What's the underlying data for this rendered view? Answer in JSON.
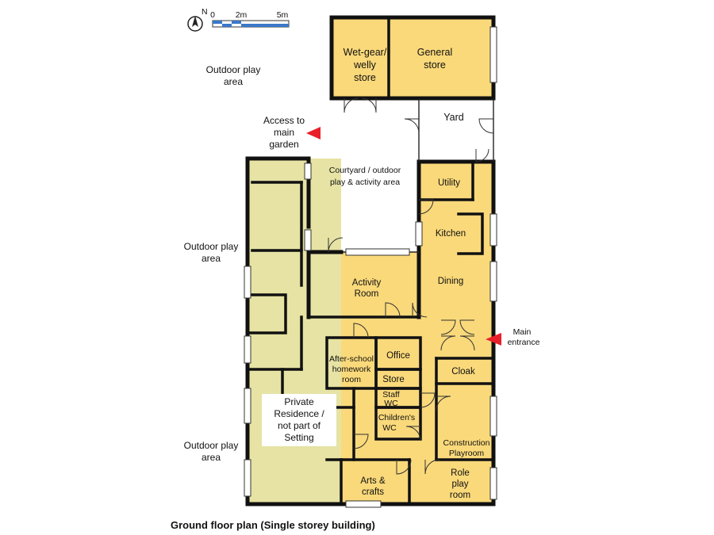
{
  "title": "Ground floor plan (Single storey building)",
  "scale": {
    "north": "N",
    "ticks": [
      "0",
      "2m",
      "5m"
    ]
  },
  "rooms": {
    "wet_gear": [
      "Wet-gear/",
      "welly",
      "store"
    ],
    "general_store": [
      "General",
      "store"
    ],
    "yard": "Yard",
    "courtyard": [
      "Courtyard / outdoor",
      "play & activity area"
    ],
    "utility": "Utility",
    "kitchen": "Kitchen",
    "dining": "Dining",
    "activity": [
      "Activity",
      "Room"
    ],
    "office": "Office",
    "homework": [
      "After-school",
      "homework",
      "room"
    ],
    "store": "Store",
    "staff_wc": [
      "Staff",
      "WC"
    ],
    "childrens_wc": [
      "Children's",
      "WC"
    ],
    "cloak": "Cloak",
    "construction": [
      "Construction",
      "Playroom"
    ],
    "arts": [
      "Arts &",
      "crafts"
    ],
    "role_play": [
      "Role",
      "play",
      "room"
    ]
  },
  "outdoor": {
    "top": [
      "Outdoor play",
      "area"
    ],
    "middle": [
      "Outdoor play",
      "area"
    ],
    "bottom": [
      "Outdoor play",
      "area"
    ]
  },
  "markers": {
    "garden": [
      "Access to",
      "main",
      "garden"
    ],
    "entrance": [
      "Main",
      "entrance"
    ]
  },
  "residence_note": [
    "Private",
    "Residence /",
    "not part of",
    "Setting"
  ],
  "colors": {
    "room_fill": "#fad97a",
    "residence_fill": "#e6e3a4",
    "arrow": "#e8202a",
    "wall": "#111111"
  }
}
